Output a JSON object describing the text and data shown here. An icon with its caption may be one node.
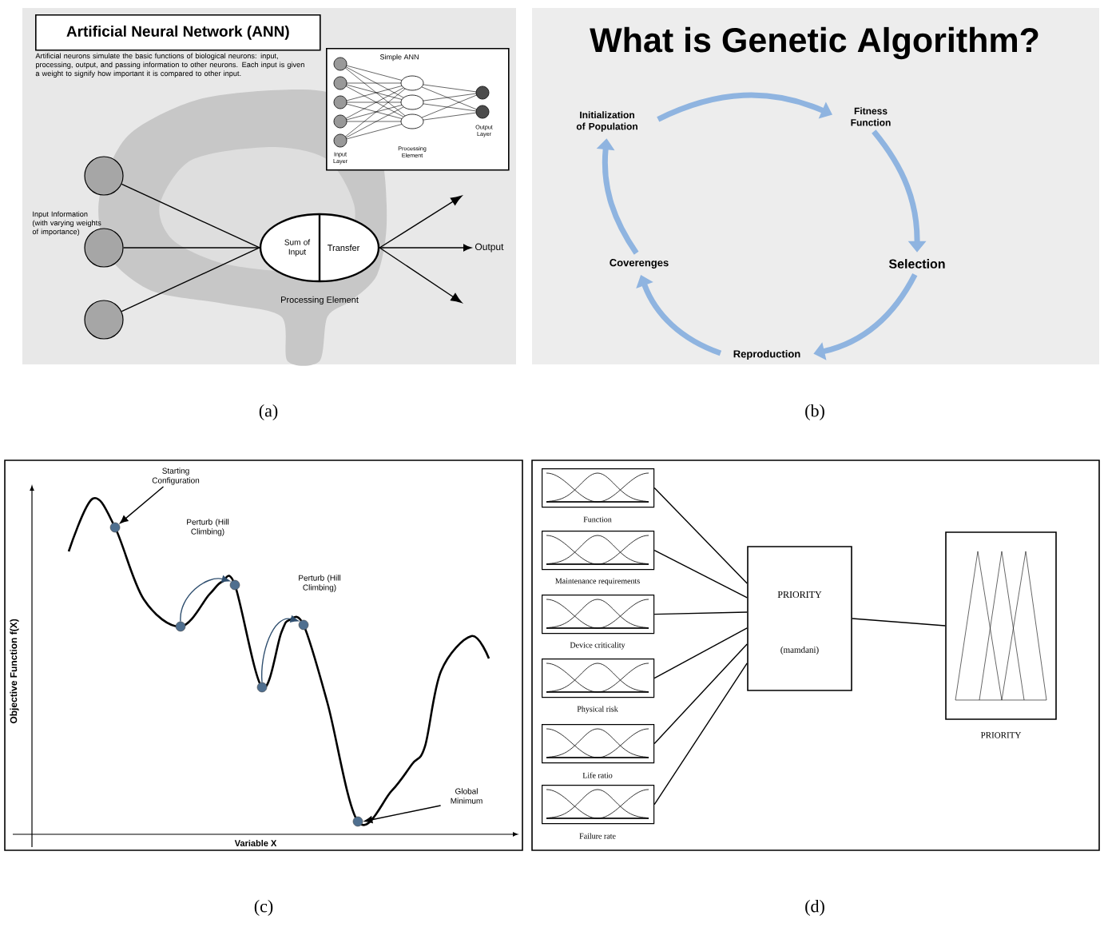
{
  "diagram": {
    "nodes": [
      {
        "text": [
          "Artificial Neural Network (ANN)"
        ]
      },
      {
        "text": [
          "Simple ANN",
          "Input Layer",
          "Processing Element",
          "Output Layer"
        ]
      },
      {
        "text": [],
        "shape": "circle"
      },
      {
        "text": [],
        "shape": "circle"
      },
      {
        "text": [],
        "shape": "circle"
      },
      {
        "text": [
          "Sum of Input",
          "Transfer"
        ],
        "beside": [
          "Processing Element"
        ]
      },
      {
        "text": [
          "Output"
        ]
      },
      {
        "text": [
          "Initialization of Population"
        ]
      },
      {
        "text": [
          "Fitness Function"
        ]
      },
      {
        "text": [
          "Selection"
        ]
      },
      {
        "text": [
          "Reproduction"
        ]
      },
      {
        "text": [
          "Coverenges"
        ]
      },
      {
        "text": [
          "Starting Configuration"
        ]
      },
      {
        "text": [],
        "shape": "circle"
      },
      {
        "text": [],
        "shape": "circle"
      },
      {
        "text": [],
        "shape": "circle"
      },
      {
        "text": [],
        "shape": "circle"
      },
      {
        "text": [],
        "shape": "circle"
      },
      {
        "text": [],
        "shape": "circle"
      },
      {
        "text": [
          "Global Minimum"
        ]
      },
      {
        "text": [
          "Function"
        ]
      },
      {
        "text": [
          "Maintenance requirements"
        ]
      },
      {
        "text": [
          "Device criticality"
        ]
      },
      {
        "text": [
          "Physical risk"
        ]
      },
      {
        "text": [
          "Life ratio"
        ]
      },
      {
        "text": [
          "Failure rate"
        ]
      },
      {
        "text": [
          "PRIORITY",
          "(mamdani)"
        ]
      },
      {
        "text": [
          "PRIORITY"
        ]
      }
    ],
    "edges": [
      {
        "from": 2,
        "to": 5,
        "arrow": "none"
      },
      {
        "from": 3,
        "to": 5,
        "arrow": "none"
      },
      {
        "from": 4,
        "to": 5,
        "arrow": "none"
      },
      {
        "from": 5,
        "to": null,
        "arrow": "to"
      },
      {
        "from": 5,
        "to": 6,
        "arrow": "to"
      },
      {
        "from": 5,
        "to": null,
        "arrow": "to"
      },
      {
        "from": 7,
        "to": 8,
        "arrow": "to",
        "style": "thick",
        "color": "#8fb4e0"
      },
      {
        "from": 8,
        "to": 9,
        "arrow": "to",
        "style": "thick",
        "color": "#8fb4e0"
      },
      {
        "from": 9,
        "to": 10,
        "arrow": "to",
        "style": "thick",
        "color": "#8fb4e0"
      },
      {
        "from": 10,
        "to": 11,
        "arrow": "to",
        "style": "thick",
        "color": "#8fb4e0"
      },
      {
        "from": 11,
        "to": 7,
        "arrow": "to",
        "style": "thick",
        "color": "#8fb4e0"
      },
      {
        "from": 12,
        "to": 13,
        "arrow": "to"
      },
      {
        "from": 14,
        "to": 15,
        "arrow": "to",
        "color": "#2f4f6f"
      },
      {
        "from": 16,
        "to": 17,
        "arrow": "to",
        "color": "#2f4f6f"
      },
      {
        "from": 19,
        "to": 18,
        "arrow": "to"
      },
      {
        "from": 20,
        "to": 26,
        "arrow": "none"
      },
      {
        "from": 21,
        "to": 26,
        "arrow": "none"
      },
      {
        "from": 22,
        "to": 26,
        "arrow": "none"
      },
      {
        "from": 23,
        "to": 26,
        "arrow": "none"
      },
      {
        "from": 24,
        "to": 26,
        "arrow": "none"
      },
      {
        "from": 25,
        "to": 26,
        "arrow": "none"
      },
      {
        "from": 26,
        "to": 27,
        "arrow": "none"
      }
    ],
    "labels": [
      "Artificial neurons simulate the basic functions of biological neurons: input, processing, output, and passing information to other neurons. Each input is given a weight to signify how important it is compared to other input.",
      "Input Information (with varying weights of importance)",
      "What is Genetic Algorithm?",
      "Perturb (Hill Climbing)",
      "Perturb (Hill Climbing)",
      "Objective Function f(X)",
      "Variable X",
      "(a)",
      "(b)",
      "(c)",
      "(d)"
    ]
  }
}
